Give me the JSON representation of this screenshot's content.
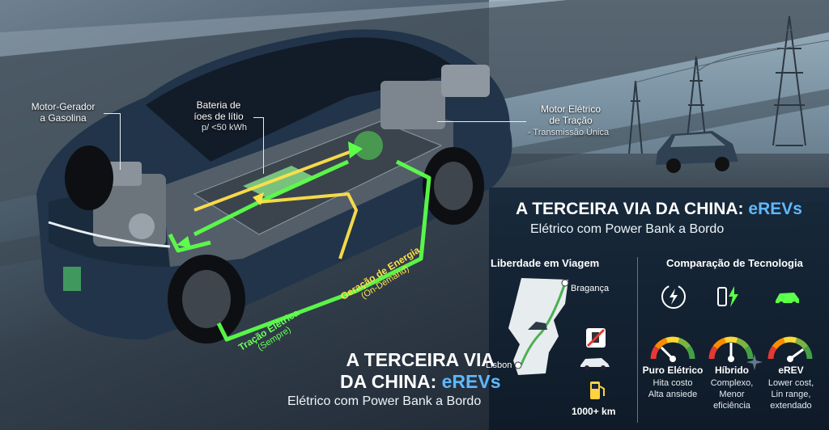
{
  "components": {
    "generator": [
      "Motor-Gerador",
      "a Gasolina"
    ],
    "battery": [
      "Bateria de",
      "íoes de lítio"
    ],
    "battery_note": "p/ <50 kWh",
    "motor": [
      "Motor Elétrico",
      "de Tração"
    ],
    "motor_note": "- Transmissão Única"
  },
  "flows": {
    "traction": "Tração Elétrica",
    "traction_note": "(Sempre)",
    "generation": "Geração de Energia",
    "generation_note": "(On-Demand)"
  },
  "headline": {
    "main_prefix": "A TERCEIRA VIA DA CHINA: ",
    "main_accent": "eREVs",
    "sub": "Elétrico com Power Bank a Bordo",
    "big_line1": "A TERCEIRA VIA",
    "big_line2_prefix": "DA CHINA: ",
    "big_line2_accent": "eREVs",
    "big_sub": "Elétrico com Power Bank a Bordo"
  },
  "travel": {
    "title": "Liberdade em Viagem",
    "city_north": "Bragança",
    "city_south": "Lisbon",
    "range": "1000+ km"
  },
  "comparison": {
    "title": "Comparação de Tecnologia",
    "items": [
      {
        "name": "Puro Elétrico",
        "desc": [
          "Hita costo",
          "Alta ansiede"
        ],
        "level": 0.25
      },
      {
        "name": "Híbrido",
        "desc": [
          "Complexo,",
          "Menor",
          "eficiência"
        ],
        "level": 0.5
      },
      {
        "name": "eREV",
        "desc": [
          "Lower cost,",
          "Lin range,",
          "extendado"
        ],
        "level": 0.8
      }
    ]
  },
  "colors": {
    "electric_flow": "#5cff4a",
    "energy_flow": "#ffe14a",
    "accent": "#5fb8ff"
  }
}
